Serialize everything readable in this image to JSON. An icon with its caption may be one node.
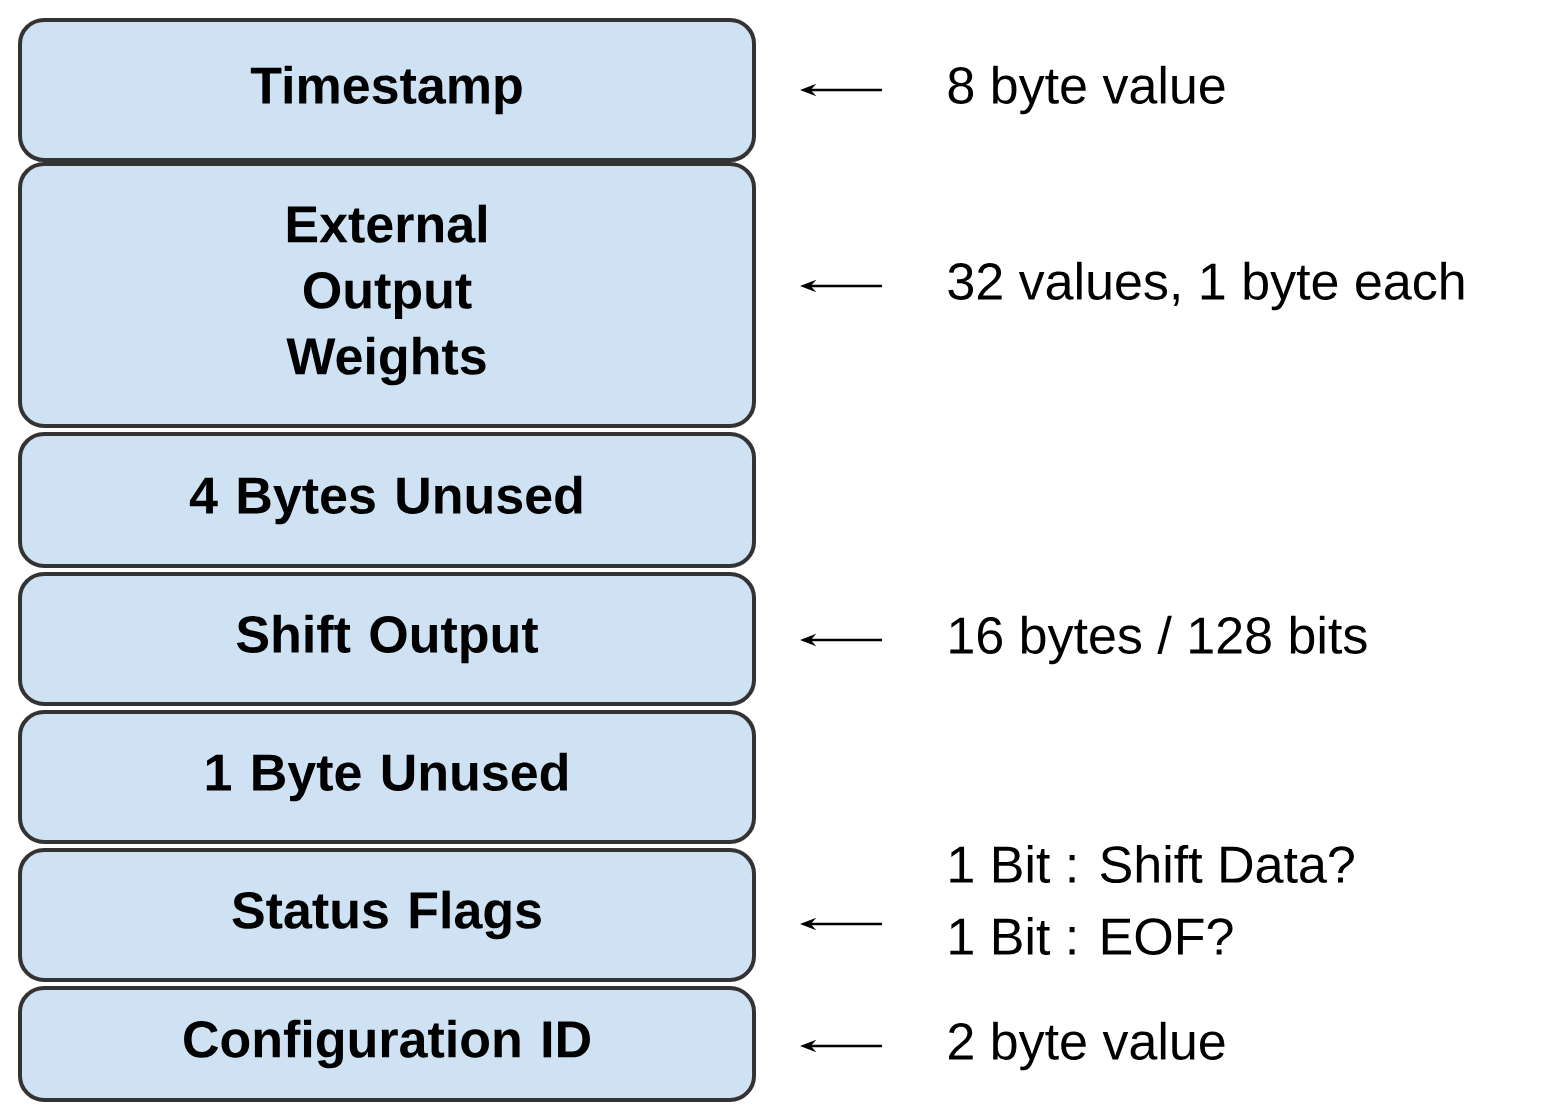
{
  "diagram": {
    "nodes": [
      {
        "text": [
          "Timestamp"
        ]
      },
      {
        "text": [
          "External Output Weights"
        ]
      },
      {
        "text": [
          "4 Bytes Unused"
        ]
      },
      {
        "text": [
          "Shift Output"
        ]
      },
      {
        "text": [
          "1 Byte Unused"
        ]
      },
      {
        "text": [
          "Status Flags"
        ]
      },
      {
        "text": [
          "Configuration ID"
        ]
      },
      {
        "text": [
          "8 byte value"
        ]
      },
      {
        "text": [
          "32 values, 1 byte each"
        ]
      },
      {
        "text": [
          "16 bytes / 128 bits"
        ]
      },
      {
        "text": [
          "1 Bit : Shift Data?",
          "1 Bit : EOF?"
        ]
      },
      {
        "text": [
          "2 byte value"
        ]
      }
    ],
    "edges": [
      {
        "from": 7,
        "to": 0,
        "arrow": "to"
      },
      {
        "from": 8,
        "to": 1,
        "arrow": "to"
      },
      {
        "from": 9,
        "to": 3,
        "arrow": "to"
      },
      {
        "from": 10,
        "to": 5,
        "arrow": "to"
      },
      {
        "from": 11,
        "to": 6,
        "arrow": "to"
      }
    ]
  }
}
